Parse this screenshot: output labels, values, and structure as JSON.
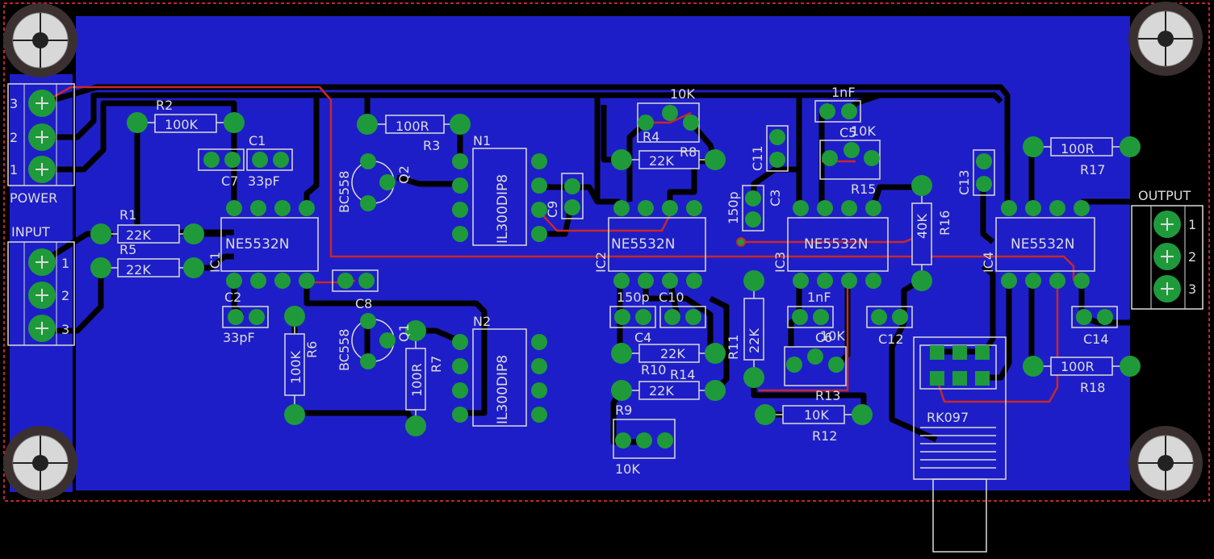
{
  "colors": {
    "background": "#000000",
    "board_outline": "#ff3333",
    "copper_fill": "#1e1ec8",
    "trace": "#000000",
    "top_trace": "#c82828",
    "pad": "#1f9a3a",
    "silkscreen": "#dcdcdc",
    "drill": "#0a1a8a"
  },
  "labels": {
    "power": "POWER",
    "input": "INPUT",
    "output": "OUTPUT",
    "pin1": "1",
    "pin2": "2",
    "pin3": "3",
    "r1": "R1",
    "r2": "R2",
    "r3": "R3",
    "r4": "R4",
    "r5": "R5",
    "r6": "R6",
    "r7": "R7",
    "r8": "R8",
    "r9": "R9",
    "r10": "R10",
    "r11": "R11",
    "r12": "R12",
    "r13": "R13",
    "r14": "R14",
    "r15": "R15",
    "r16": "R16",
    "r17": "R17",
    "r18": "R18",
    "c1": "C1",
    "c2": "C2",
    "c3": "C3",
    "c4": "C4",
    "c5": "C5",
    "c6": "C6",
    "c7": "C7",
    "c8": "C8",
    "c9": "C9",
    "c10": "C10",
    "c11": "C11",
    "c12": "C12",
    "c13": "C13",
    "c14": "C14",
    "ic1": "IC1",
    "ic2": "IC2",
    "ic3": "IC3",
    "ic4": "IC4",
    "n1": "N1",
    "n2": "N2",
    "q1": "Q1",
    "q2": "Q2",
    "v100k": "100K",
    "v22k": "22K",
    "v100r": "100R",
    "v10k": "10K",
    "v40k": "40K",
    "v33pf": "33pF",
    "v150p": "150p",
    "v1nf": "1nF",
    "ne5532": "NE5532N",
    "il300": "IL300DIP8",
    "bc558": "BC558",
    "rk097": "RK097"
  }
}
